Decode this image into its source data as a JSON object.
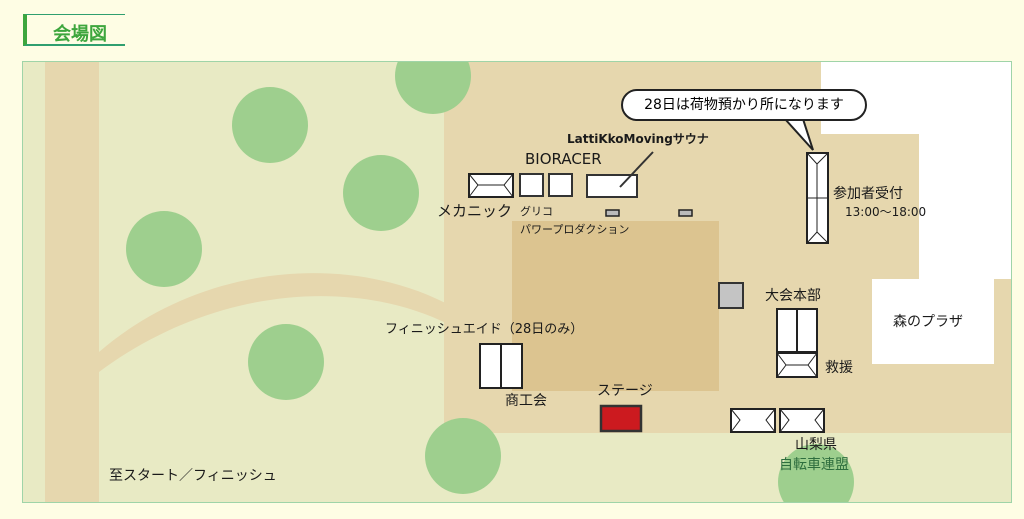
{
  "header": {
    "title": "会場図"
  },
  "map": {
    "callout": "28日は荷物預かり所になります",
    "labels": {
      "latti": "LattiKkoMovingサウナ",
      "bioracer": "BIORACER",
      "mechanic": "メカニック",
      "glico": "グリコ",
      "power": "パワープロダクション",
      "reception": "参加者受付",
      "reception_time": "13:00～18:00",
      "hq": "大会本部",
      "plaza": "森のプラザ",
      "finish_aid": "フィニッシュエイド（28日のみ）",
      "rescue": "救援",
      "chamber": "商工会",
      "stage": "ステージ",
      "yamanashi1": "山梨県",
      "yamanashi2": "自転車連盟",
      "to_start": "至スタート／フィニッシュ"
    },
    "colors": {
      "grass": "#e8eac4",
      "ground": "#e6d7ae",
      "square": "#dcc490",
      "tree": "#9ecf8e",
      "stage": "#cc1a1f",
      "accent": "#3da63d"
    }
  }
}
